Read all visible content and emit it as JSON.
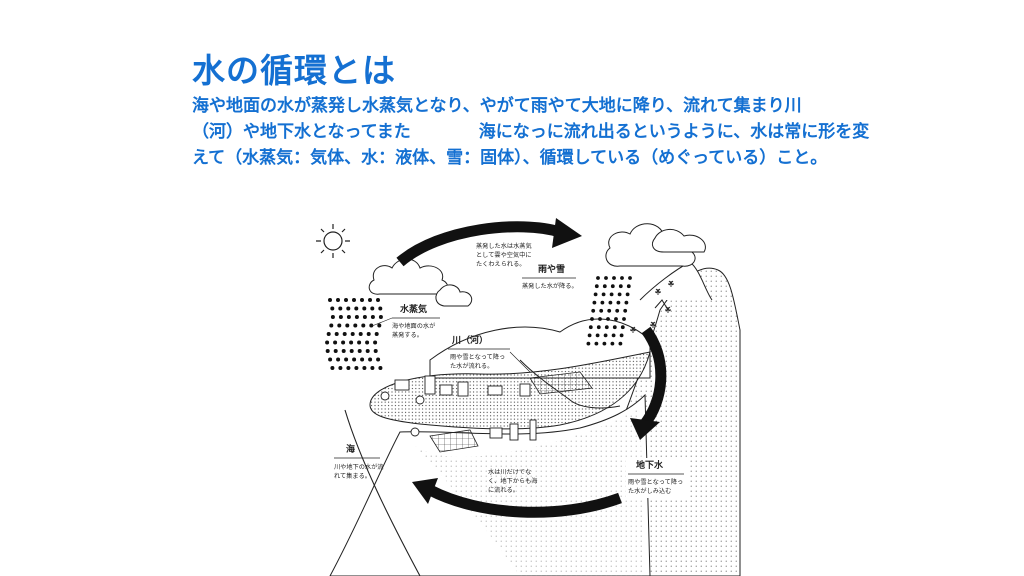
{
  "slide": {
    "title": "水の循環とは",
    "description_lines": [
      "海や地面の水が蒸発し水蒸気となり、やがて雨やて大地に降り、流れて集まり川",
      "（河）や地下水となってまた",
      "海になっに流れ出るというように、水は常に形を変",
      "えて（水蒸気：気体、水：液体、雪：固体）、循環している（めぐっている）こと。"
    ]
  },
  "diagram": {
    "labels": {
      "evaporation_note": [
        "蒸発した水は水蒸気",
        "として雲や空気中に",
        "たくわえられる。"
      ],
      "rain_snow": {
        "heading": "雨や雪",
        "lines": [
          "蒸発した水が降る。"
        ]
      },
      "vapor": {
        "heading": "水蒸気",
        "lines": [
          "海や地面の水が",
          "蒸発する。"
        ]
      },
      "river": {
        "heading": "川（河）",
        "lines": [
          "雨や雪となって降っ",
          "た水が流れる。"
        ]
      },
      "sea": {
        "heading": "海",
        "lines": [
          "川や地下の水が流",
          "れて集まる。"
        ]
      },
      "underground_note": [
        "水は川だけでな",
        "く、地下からも海",
        "に流れる。"
      ],
      "groundwater": {
        "heading": "地下水",
        "lines": [
          "雨や雪となって降っ",
          "た水がしみ込む"
        ]
      }
    }
  }
}
